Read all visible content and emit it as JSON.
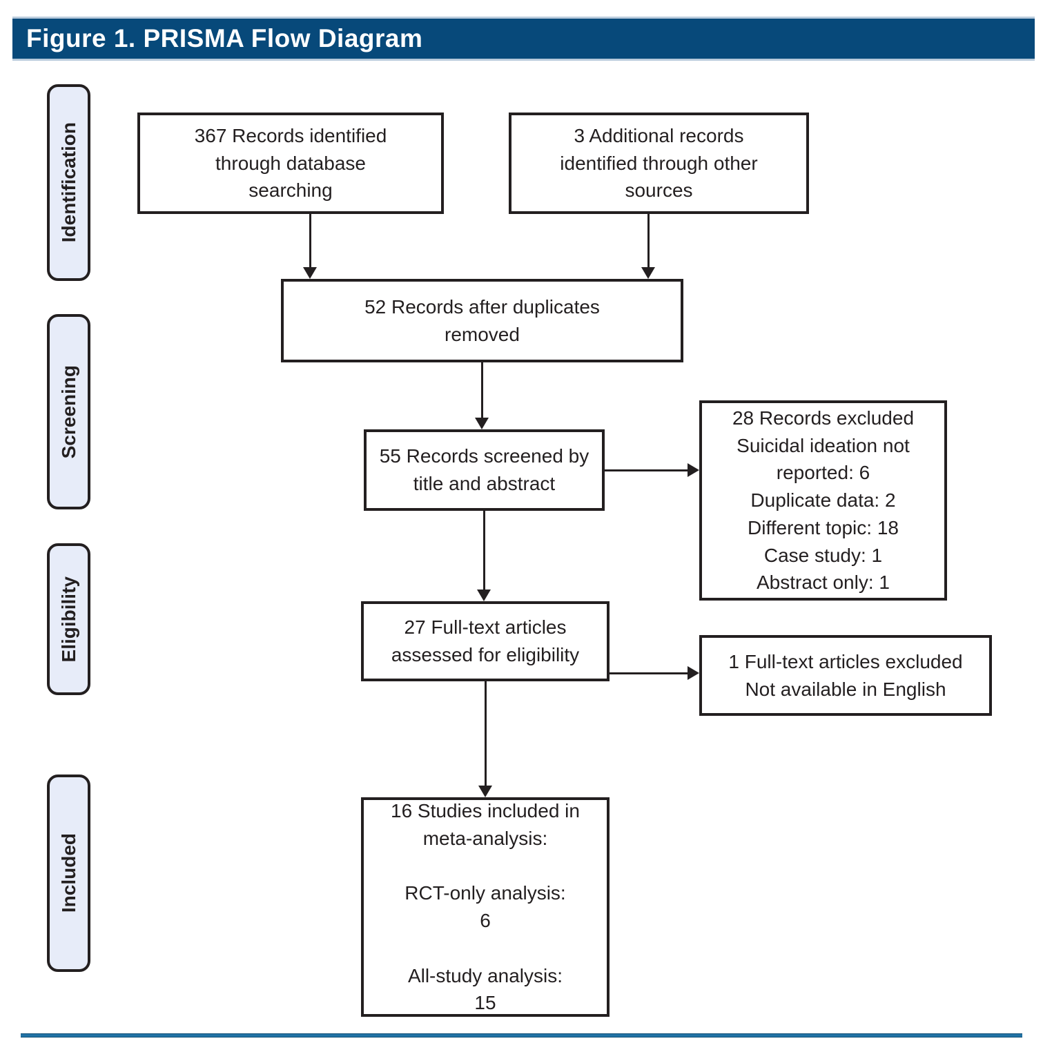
{
  "header": {
    "title": "Figure 1. PRISMA Flow Diagram"
  },
  "stages": [
    "Identification",
    "Screening",
    "Eligibility",
    "Included"
  ],
  "boxes": {
    "identified": "367 Records identified\nthrough database\nsearching",
    "additional": "3 Additional records\nidentified through other\nsources",
    "deduplicated": "52 Records after duplicates\nremoved",
    "screened": "55 Records screened by\ntitle and abstract",
    "records_excluded": "28 Records excluded\nSuicidal ideation not\nreported: 6\nDuplicate data: 2\nDifferent topic: 18\nCase study: 1\nAbstract only: 1",
    "fulltext_assessed": "27 Full-text articles\nassessed for eligibility",
    "fulltext_excluded": "1 Full-text articles excluded\nNot available in English",
    "included": "16 Studies included in\nmeta-analysis:\n\nRCT-only analysis:\n6\n\nAll-study analysis:\n15"
  },
  "colors": {
    "header_bg": "#07497a",
    "stage_fill": "#e7ecf9",
    "line": "#231f20",
    "rule": "#2273a5"
  }
}
